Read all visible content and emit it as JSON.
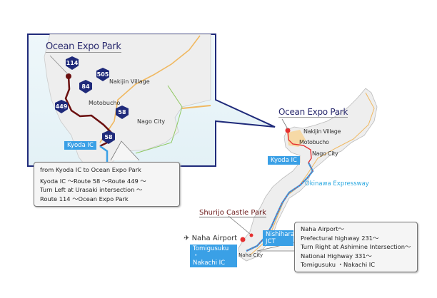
{
  "inset": {
    "title": "Ocean Expo Park",
    "places": {
      "nakijin": "Nakijin Village",
      "motobucho": "Motobucho",
      "nago": "Nago City"
    },
    "routes": [
      "114",
      "505",
      "84",
      "449",
      "58",
      "58"
    ],
    "ic": "Kyoda IC",
    "callout": {
      "heading": "from Kyoda IC to Ocean Expo Park",
      "lines": [
        "Kyoda IC 〜Route 58 〜Route 449 〜",
        "Turn Left at Urasaki intersection 〜",
        "Route 114 〜Ocean Expo Park"
      ]
    }
  },
  "main": {
    "ocean_expo": "Ocean Expo Park",
    "nakijin": "Nakijin Village",
    "motobucho": "Motobucho",
    "nago": "Nago City",
    "kyoda": "Kyoda IC",
    "expressway": "Okinawa Expressway",
    "shurijo": "Shurijo Castle Park",
    "airport": "Naha Airport",
    "tomigusuku": [
      "Tomigusuku ・",
      "Nakachi IC"
    ],
    "nishihara": [
      "Nishihara",
      "JCT"
    ],
    "naha": "Naha City",
    "callout": [
      "Naha Airport〜",
      "Prefectural highway 231〜",
      "Turn Right at Ashimine Intersection〜",
      "National Highway 331〜",
      "Tomigusuku ・Nakachi IC"
    ]
  },
  "colors": {
    "navy": "#1f2a7a",
    "route": "#7a1414",
    "expressway": "#3aa0e6",
    "marker": "#e53030"
  }
}
